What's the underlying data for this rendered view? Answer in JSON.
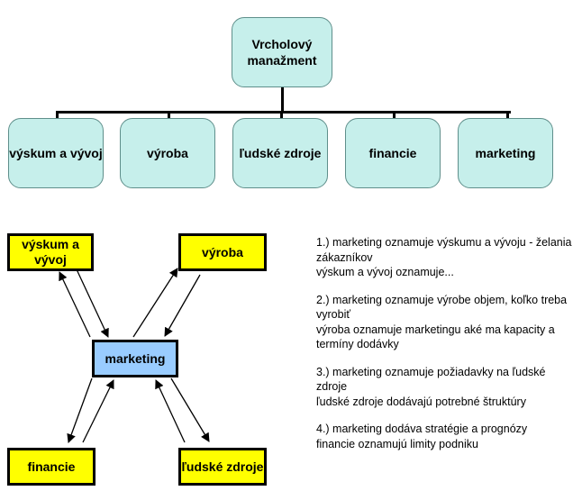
{
  "org_chart": {
    "top": "Vrcholový manažment",
    "departments": [
      "výskum a vývoj",
      "výroba",
      "ľudské zdroje",
      "financie",
      "marketing"
    ]
  },
  "flow": {
    "center": "marketing",
    "nodes": {
      "research": "výskum a vývoj",
      "production": "výroba",
      "finance": "financie",
      "hr": "ľudské zdroje"
    }
  },
  "notes": [
    {
      "lines": [
        "1.) marketing oznamuje výskumu a vývoju - želania zákazníkov",
        "výskum a vývoj oznamuje..."
      ]
    },
    {
      "lines": [
        "2.) marketing oznamuje výrobe objem, koľko treba vyrobiť",
        "výroba oznamuje marketingu aké ma kapacity a termíny dodávky"
      ]
    },
    {
      "lines": [
        "3.) marketing oznamuje požiadavky na ľudské zdroje",
        "ľudské zdroje dodávajú potrebné štruktúry"
      ]
    },
    {
      "lines": [
        "4.) marketing dodáva stratégie a prognózy",
        "financie oznamujú limity podniku"
      ]
    }
  ],
  "colors": {
    "org_box": "#c6efeb",
    "flow_box": "#ffff00",
    "center_box": "#99ccff"
  }
}
